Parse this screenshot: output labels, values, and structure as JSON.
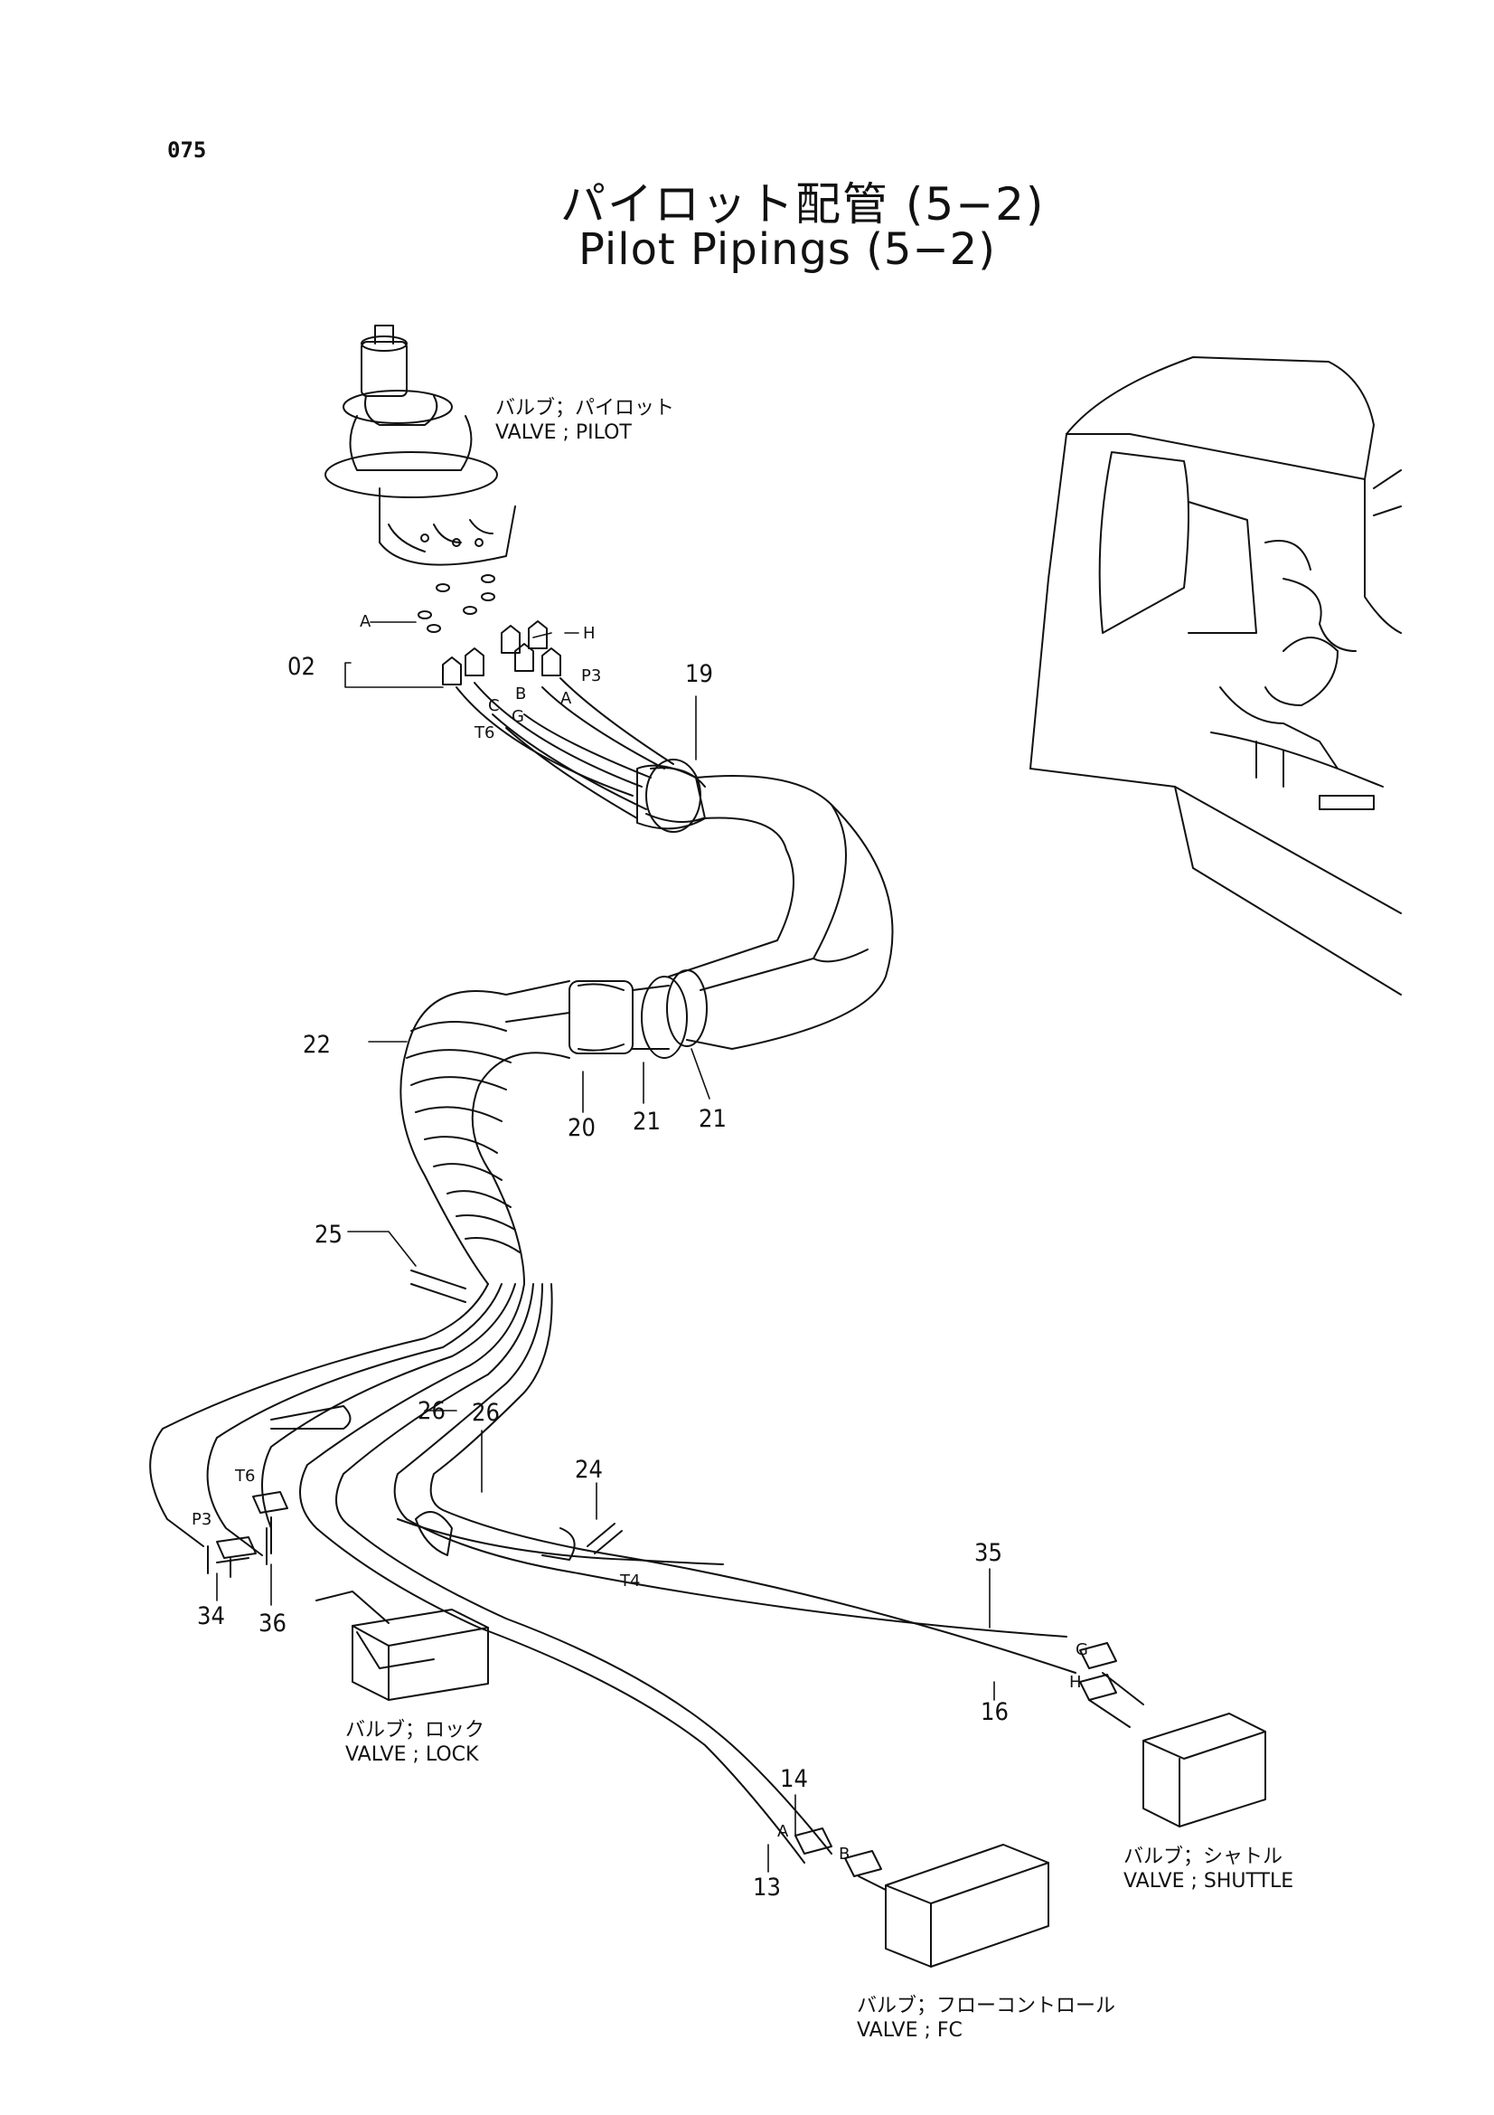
{
  "page_number": "075",
  "title_ja": "パイロット配管 (5−2)",
  "title_en": "Pilot Pipings (5−2)",
  "components": {
    "pilot_valve": {
      "ja": "バルブ；パイロット",
      "en": "VALVE ; PILOT"
    },
    "lock_valve": {
      "ja": "バルブ；ロック",
      "en": "VALVE ; LOCK"
    },
    "shuttle_valve": {
      "ja": "バルブ；シャトル",
      "en": "VALVE ; SHUTTLE"
    },
    "fc_valve": {
      "ja": "バルブ；フローコントロール",
      "en": "VALVE ; FC"
    }
  },
  "part_numbers": {
    "p02": "02",
    "p13": "13",
    "p14": "14",
    "p16": "16",
    "p19": "19",
    "p20": "20",
    "p21a": "21",
    "p21b": "21",
    "p22": "22",
    "p24": "24",
    "p25": "25",
    "p26a": "26",
    "p26b": "26",
    "p34": "34",
    "p35": "35",
    "p36": "36"
  },
  "port_labels": {
    "A": "A",
    "H": "H",
    "P3": "P3",
    "B": "B",
    "A2": "A",
    "G": "G",
    "T6": "T6",
    "C": "C",
    "T6_lock": "T6",
    "P3_lock": "P3",
    "T4": "T4",
    "G_shuttle": "G",
    "H_shuttle": "H",
    "A_fc": "A",
    "B_fc": "B"
  }
}
